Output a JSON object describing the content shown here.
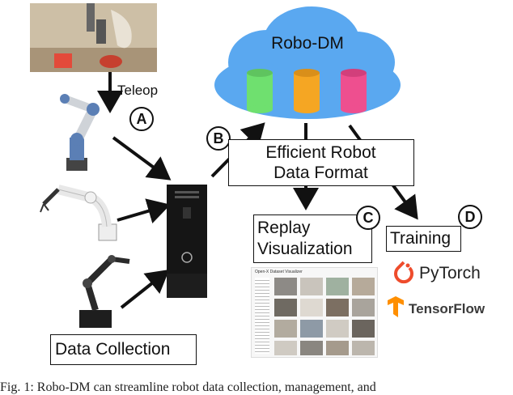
{
  "cloud": {
    "title": "Robo-DM",
    "db_colors": [
      "#6fe06f",
      "#f5a623",
      "#ee4f8f"
    ],
    "cloud_color": "#5aa8f0"
  },
  "labels": {
    "teleop": "Teleop",
    "efficient_line1": "Efficient Robot",
    "efficient_line2": "Data Format",
    "replay_line1": "Replay",
    "replay_line2": "Visualization",
    "training": "Training",
    "data_collection": "Data Collection"
  },
  "markers": {
    "a": "A",
    "b": "B",
    "c": "C",
    "d": "D"
  },
  "frameworks": {
    "pytorch": "PyTorch",
    "tensorflow": "TensorFlow"
  },
  "viewer_title": "Open-X Dataset Visualizer",
  "caption": "Fig. 1: Robo-DM can streamline robot data collection, management, and"
}
